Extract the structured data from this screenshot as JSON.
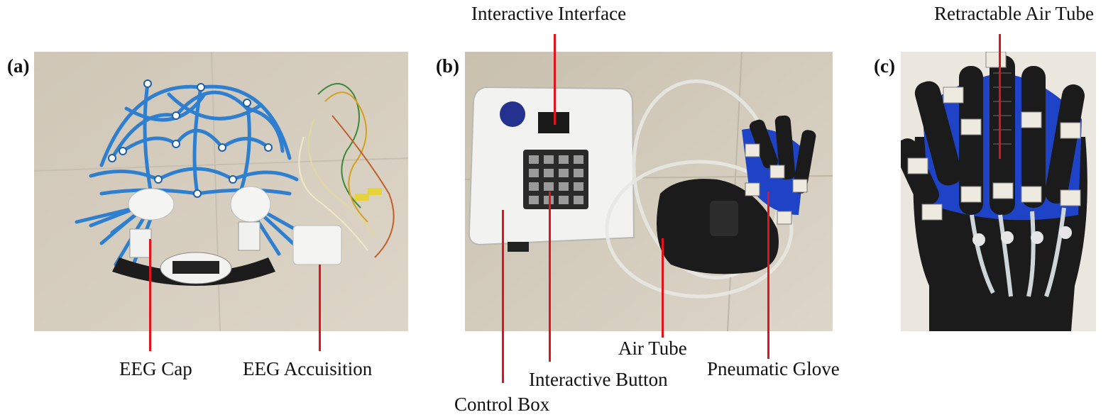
{
  "panels": {
    "a": {
      "tag": "(a)"
    },
    "b": {
      "tag": "(b)"
    },
    "c": {
      "tag": "(c)"
    }
  },
  "labels": {
    "eeg_cap": "EEG Cap",
    "eeg_acquisition": "EEG Accuisition",
    "interactive_interface": "Interactive Interface",
    "control_box": "Control Box",
    "interactive_button": "Interactive Button",
    "air_tube": "Air Tube",
    "pneumatic_glove": "Pneumatic Glove",
    "retractable_air_tube": "Retractable Air Tube"
  },
  "colors": {
    "leader": "#e0141e",
    "floor": "#d9d1c3",
    "cap_wire": "#2f7fd0",
    "glove_blue": "#1f43c6",
    "glove_black": "#1b1b1b",
    "box_white": "#f3f3f1"
  }
}
